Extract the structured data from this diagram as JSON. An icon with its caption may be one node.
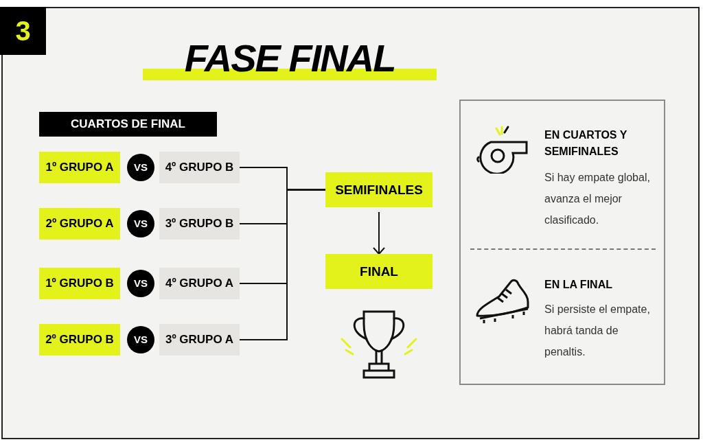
{
  "diagram": {
    "title": "FASE FINAL",
    "nodes": [
      {
        "text": [
          "3"
        ]
      },
      {
        "text": [
          "CUARTOS DE FINAL"
        ]
      },
      {
        "text": [
          "1º GRUPO A"
        ]
      },
      {
        "text": [
          "VS"
        ]
      },
      {
        "text": [
          "4º GRUPO B"
        ]
      },
      {
        "text": [
          "2º GRUPO A"
        ]
      },
      {
        "text": [
          "VS"
        ]
      },
      {
        "text": [
          "3º GRUPO B"
        ]
      },
      {
        "text": [
          "1º GRUPO B"
        ]
      },
      {
        "text": [
          "VS"
        ]
      },
      {
        "text": [
          "4º GRUPO A"
        ]
      },
      {
        "text": [
          "2º GRUPO B"
        ]
      },
      {
        "text": [
          "VS"
        ]
      },
      {
        "text": [
          "3º GRUPO A"
        ]
      },
      {
        "text": [
          "SEMIFINALES"
        ]
      },
      {
        "text": [
          "FINAL"
        ]
      },
      {
        "text": [
          "EN CUARTOS Y SEMIFINALES",
          "Si hay empate global, avanza el mejor clasificado.",
          "EN LA FINAL",
          "Si persiste el empate, habrá tanda de penaltis."
        ]
      }
    ],
    "edges": [
      {
        "from": 4,
        "to": 14,
        "arrow": "none"
      },
      {
        "from": 7,
        "to": 14,
        "arrow": "none"
      },
      {
        "from": 10,
        "to": 14,
        "arrow": "none"
      },
      {
        "from": 13,
        "to": 14,
        "arrow": "none"
      },
      {
        "from": 14,
        "to": 15,
        "arrow": "to"
      }
    ]
  }
}
